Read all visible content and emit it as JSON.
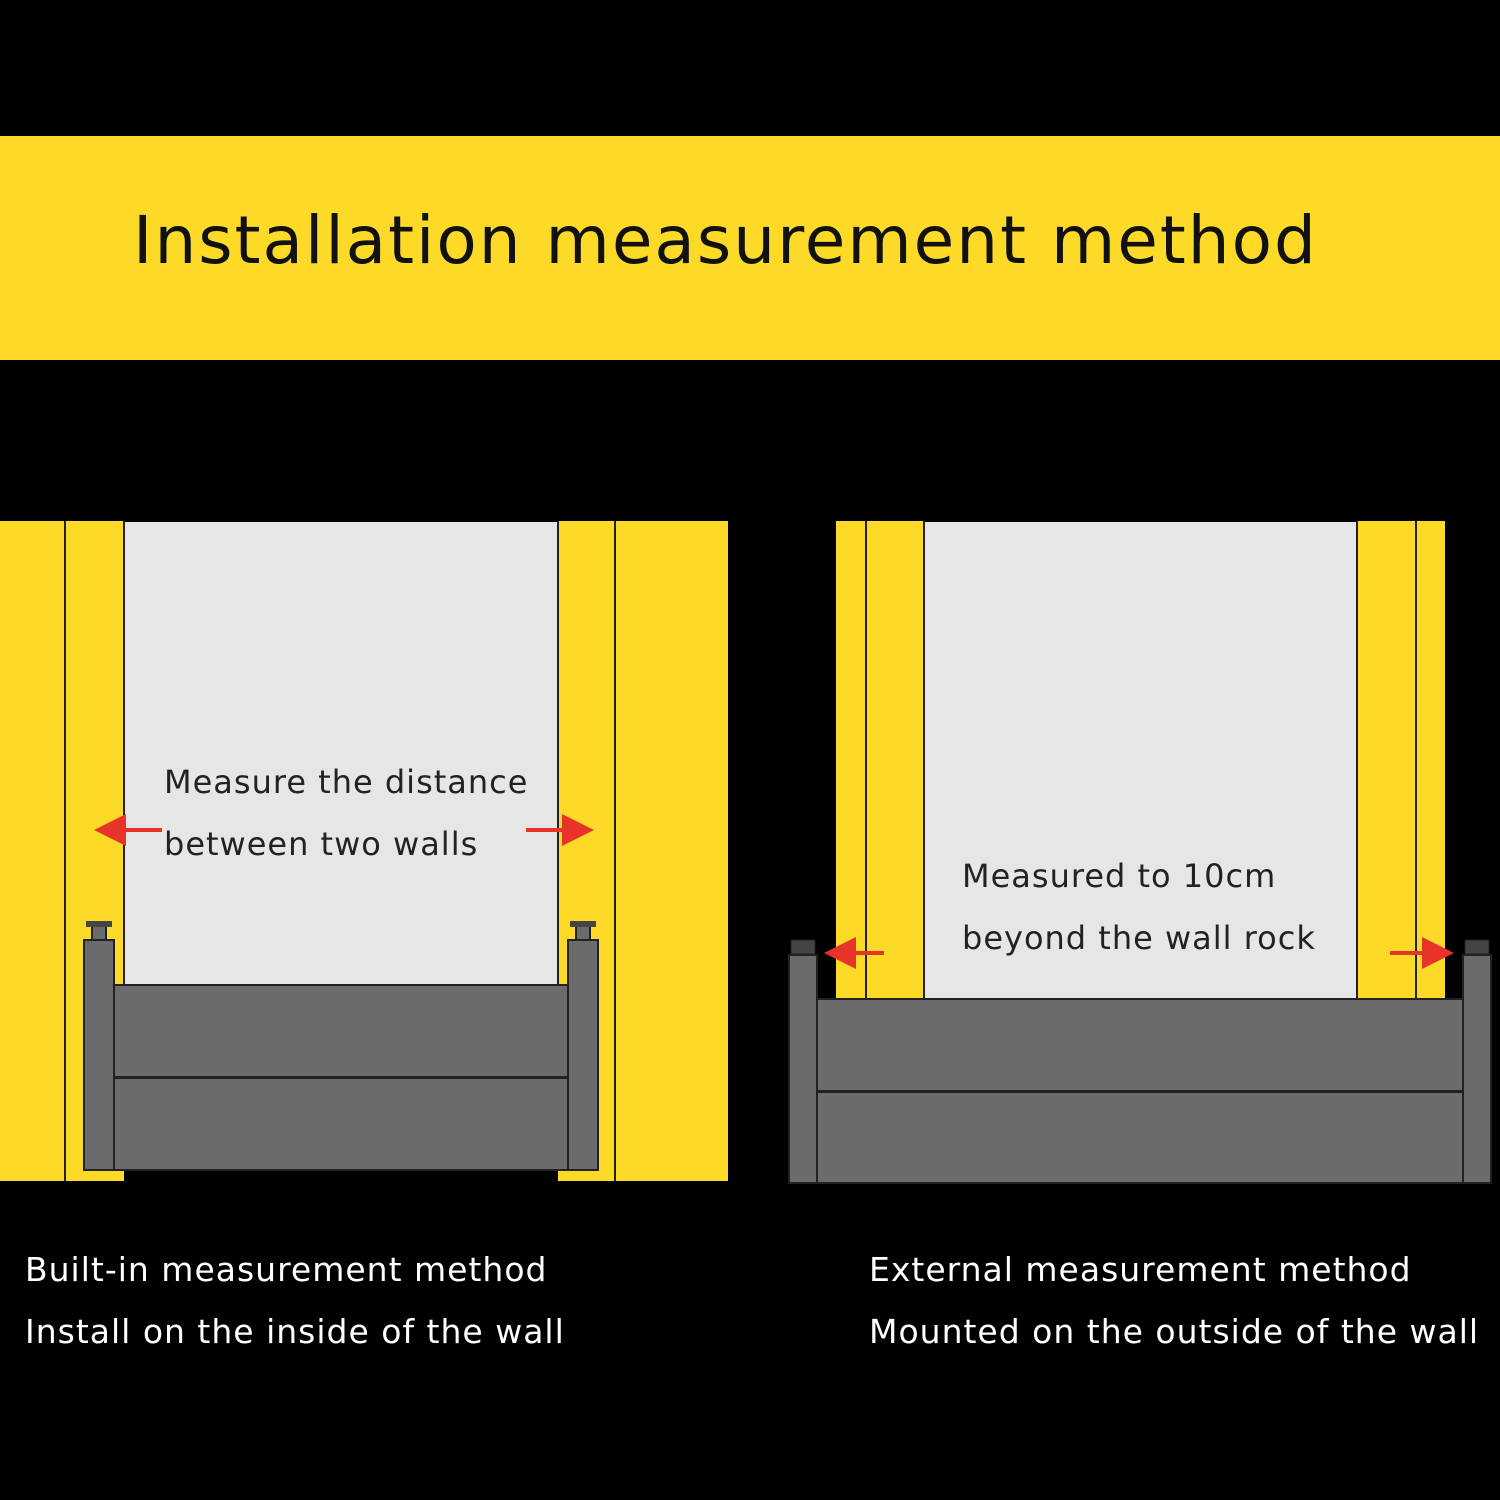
{
  "title": "Installation measurement method",
  "left_panel": {
    "annotation_line1": "Measure the distance",
    "annotation_line2": "between two walls",
    "caption_line1": "Built-in measurement method",
    "caption_line2": "Install on the inside of the wall"
  },
  "right_panel": {
    "annotation_line1": "Measured to 10cm",
    "annotation_line2": "beyond the wall rock",
    "caption_line1": "External measurement method",
    "caption_line2": "Mounted on the outside of the wall"
  },
  "colors": {
    "background": "#000000",
    "wall_yellow": "#fdd928",
    "barrier_gray": "#6b6b6b",
    "opening": "#e6e6e6",
    "arrow_red": "#e8332a"
  }
}
